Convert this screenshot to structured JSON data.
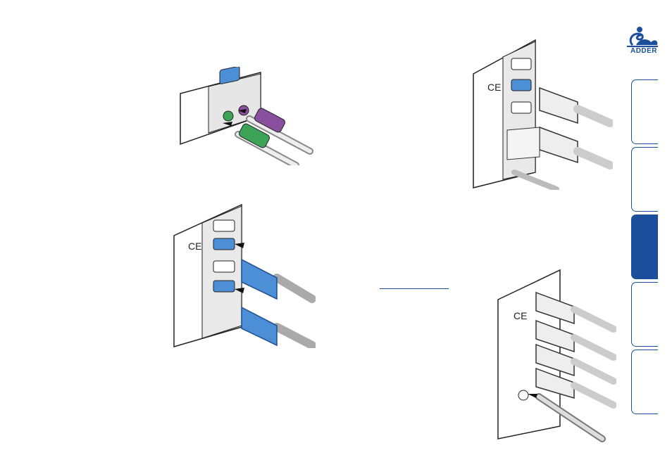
{
  "brand": {
    "logo_text": "ADDER",
    "color": "#1b4f9c"
  },
  "side_tabs": {
    "count": 5,
    "active_index": 2,
    "accent": "#1b4f9c"
  },
  "illustrations": [
    {
      "name": "ps2-keyboard-mouse-connection",
      "connector_colors": [
        "#8a4f9e",
        "#3da457"
      ]
    },
    {
      "name": "vga-video-connection",
      "connector_color": "#4c8fd6"
    },
    {
      "name": "vga-cables-grey-connection"
    },
    {
      "name": "power-connection"
    }
  ],
  "panel_mark": "CE"
}
